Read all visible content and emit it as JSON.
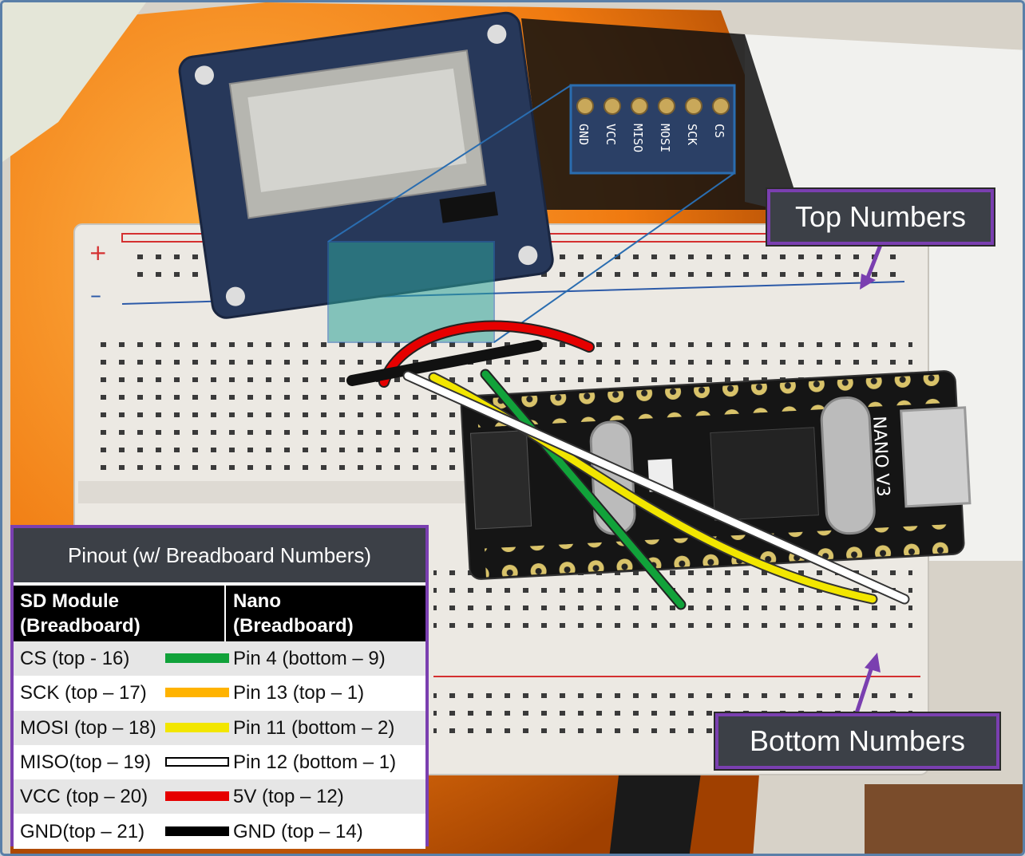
{
  "top_callout": "Top Numbers",
  "bottom_callout": "Bottom Numbers",
  "module_pins": [
    "GND",
    "VCC",
    "MISO",
    "MOSI",
    "SCK",
    "CS"
  ],
  "board_label": "NANO V3",
  "pinout": {
    "title": "Pinout (w/ Breadboard Numbers)",
    "col1_line1": "SD Module",
    "col1_line2": "(Breadboard)",
    "col2_line1": "Nano",
    "col2_line2": "(Breadboard)",
    "rows": [
      {
        "left": "CS (top - 16)",
        "right": "Pin 4 (bottom – 9)",
        "color": "#11a23a"
      },
      {
        "left": "SCK (top – 17)",
        "right": "Pin 13 (top – 1)",
        "color": "#ffb300"
      },
      {
        "left": "MOSI (top – 18)",
        "right": "Pin 11 (bottom – 2)",
        "color": "#f2e600"
      },
      {
        "left": "MISO(top – 19)",
        "right": "Pin 12 (bottom – 1)",
        "color": "#ffffff"
      },
      {
        "left": "VCC (top – 20)",
        "right": "5V (top – 12)",
        "color": "#e60000"
      },
      {
        "left": "GND(top – 21)",
        "right": "GND (top – 14)",
        "color": "#000000"
      }
    ]
  }
}
